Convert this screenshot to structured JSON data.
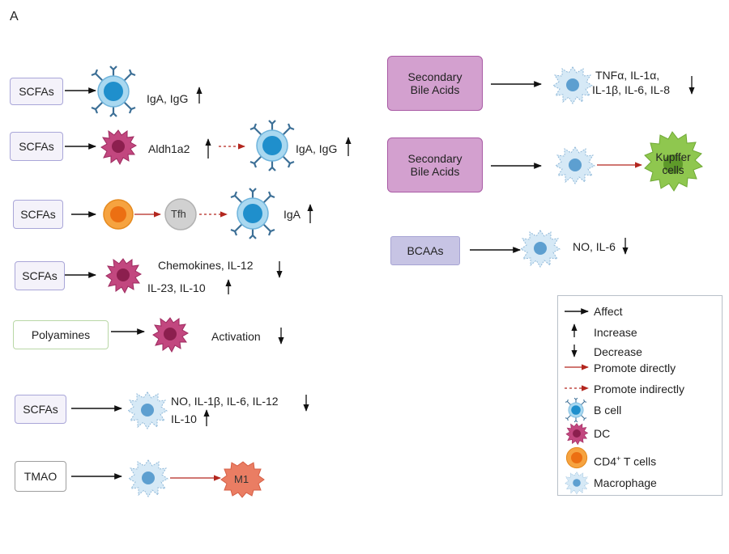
{
  "panel_label": "A",
  "rows_left": [
    {
      "source": "SCFAs",
      "label1": "IgA, IgG"
    },
    {
      "source": "SCFAs",
      "label1": "Aldh1a2",
      "label2": "IgA, IgG"
    },
    {
      "source": "SCFAs",
      "tfh": "Tfh",
      "label1": "IgA"
    },
    {
      "source": "SCFAs",
      "label1": "Chemokines, IL-12",
      "label2": "IL-23, IL-10"
    },
    {
      "source": "Polyamines",
      "label1": "Activation"
    },
    {
      "source": "SCFAs",
      "label1": "NO, IL-1β, IL-6, IL-12",
      "label2": "IL-10"
    },
    {
      "source": "TMAO",
      "target": "M1"
    }
  ],
  "rows_right": [
    {
      "source": "Secondary Bile Acids",
      "label1": "TNFα, IL-1α,",
      "label2": "IL-1β, IL-6, IL-8"
    },
    {
      "source": "Secondary Bile Acids",
      "target": "Kupffer cells"
    },
    {
      "source": "BCAAs",
      "label1": "NO, IL-6"
    }
  ],
  "legend": {
    "affect": "Affect",
    "increase": "Increase",
    "decrease": "Decrease",
    "promote_directly": "Promote directly",
    "promote_indirectly": "Promote indirectly",
    "b_cell": "B cell",
    "dc": "DC",
    "cd4_prefix": "CD4",
    "cd4_sup": "+",
    "cd4_suffix": " T cells",
    "macrophage": "Macrophage"
  },
  "colors": {
    "b_cell": "#2a95cf",
    "dc": "#b7356f",
    "t_cell": "#ee8f1f",
    "macrophage": "#a9cde8",
    "tfh": "#c8c8c8",
    "m1": "#e9785f",
    "kupffer": "#8fc74f",
    "promote_line": "#b3261e"
  }
}
